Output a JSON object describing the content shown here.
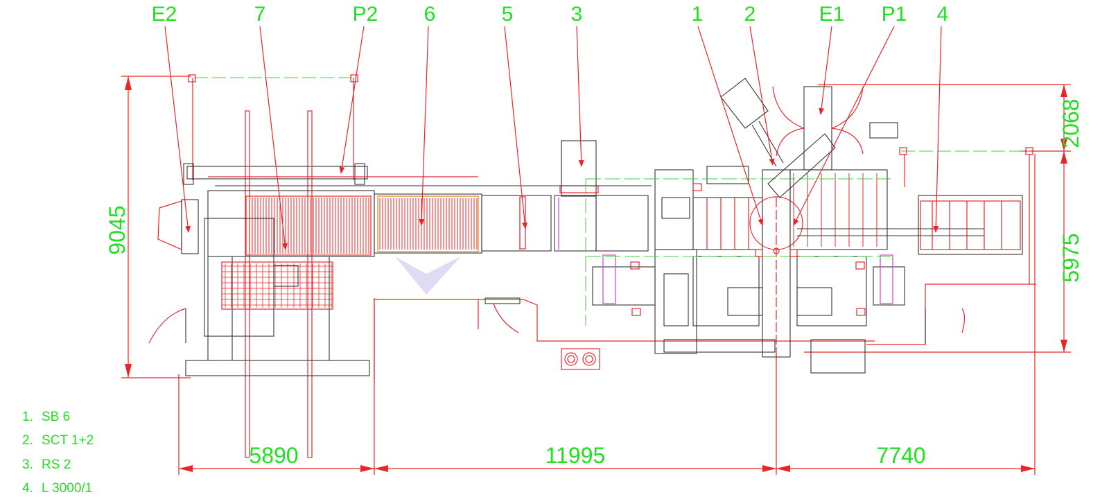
{
  "callouts": [
    "E2",
    "7",
    "P2",
    "6",
    "5",
    "3",
    "1",
    "2",
    "E1",
    "P1",
    "4"
  ],
  "dimensions": {
    "overall_height": "9045",
    "top_right": "2068",
    "right_lower": "5975",
    "bottom_left": "5890",
    "bottom_middle": "11995",
    "bottom_right": "7740"
  },
  "legend": [
    {
      "number": "1.",
      "text": "SB 6"
    },
    {
      "number": "2.",
      "text": "SCT 1+2"
    },
    {
      "number": "3.",
      "text": "RS 2"
    },
    {
      "number": "4.",
      "text": "L 3000/1"
    }
  ],
  "colors": {
    "label": "#1fe01f",
    "red": "#e8262a",
    "black": "#333333"
  }
}
